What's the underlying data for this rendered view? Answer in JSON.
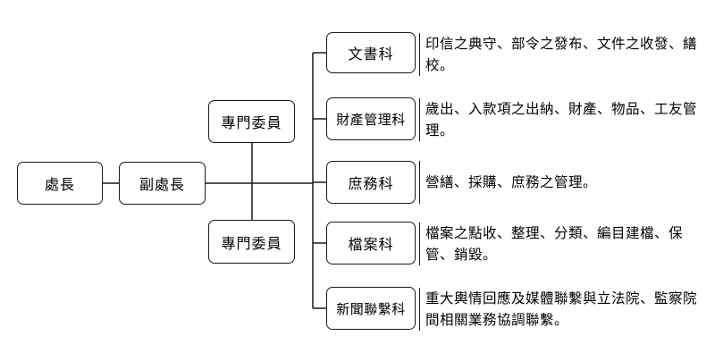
{
  "nodes": {
    "director": "處長",
    "deputy": "副處長",
    "commissioner_top": "專門委員",
    "commissioner_bottom": "專門委員"
  },
  "sections": [
    {
      "name": "文書科",
      "duty": "印信之典守、部令之發布、文件之收發、繕校。"
    },
    {
      "name": "財產管理科",
      "duty": "歲出、入款項之出納、財產、物品、工友管理。"
    },
    {
      "name": "庶務科",
      "duty": "營繕、採購、庶務之管理。"
    },
    {
      "name": "檔案科",
      "duty": "檔案之點收、整理、分類、編目建檔、保管、銷毀。"
    },
    {
      "name": "新聞聯繫科",
      "duty": "重大輿情回應及媒體聯繫與立法院、監察院間相關業務協調聯繫。"
    }
  ],
  "colors": {
    "line": "#1a1a1a",
    "background": "#ffffff"
  }
}
